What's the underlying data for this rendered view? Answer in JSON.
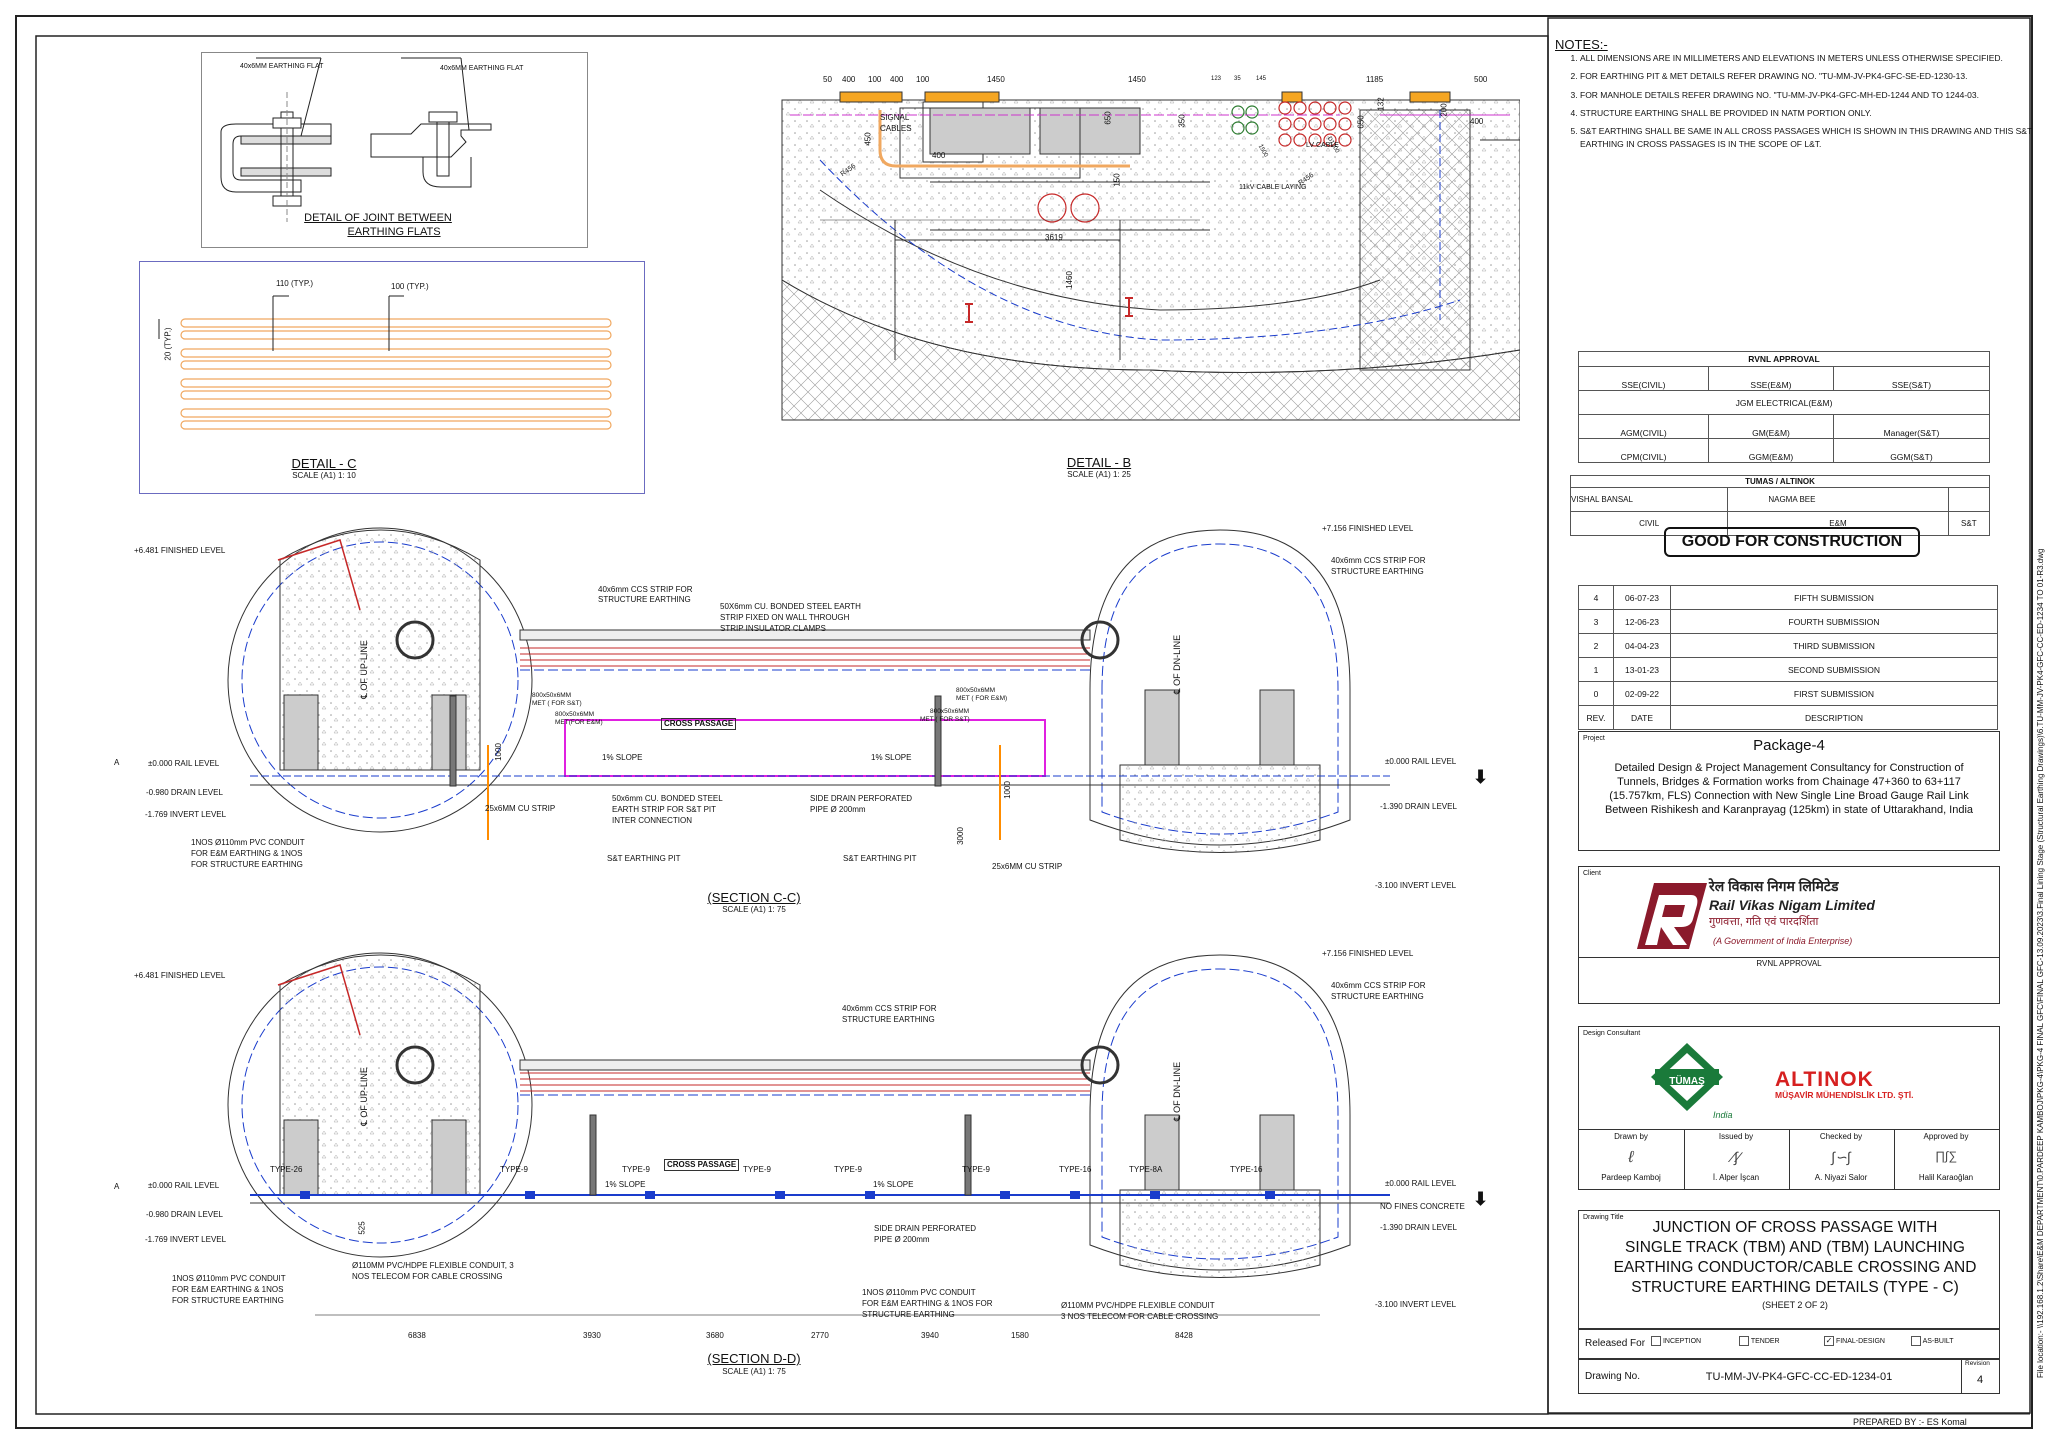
{
  "detail_joint": {
    "title_l1": "DETAIL OF JOINT BETWEEN",
    "title_l2": "EARTHING FLATS",
    "flat_left": "40x6MM EARTHING FLAT",
    "flat_right": "40x6MM EARTHING FLAT"
  },
  "detail_c": {
    "title": "DETAIL - C",
    "scale": "SCALE (A1) 1: 10",
    "dim1": "110 (TYP.)",
    "dim2": "100 (TYP.)",
    "dim3": "20 (TYP.)"
  },
  "detail_b": {
    "title": "DETAIL - B",
    "scale": "SCALE (A1) 1: 25",
    "top_dims": [
      "50",
      "400",
      "100",
      "400",
      "100",
      "1450",
      "1450",
      "123",
      "35",
      "145",
      "1185",
      "500"
    ],
    "dim_3619": "3619",
    "dim_1460": "1460",
    "dim_650": "650",
    "dim_650b": "650",
    "dim_350": "350",
    "dim_150": "150",
    "dim_450": "450",
    "dim_400": "400",
    "dim_400b": "400",
    "dim_132": "132",
    "dim_200": "200",
    "dim_r456": "R456",
    "dim_r456b": "R456",
    "dim_1500": "1500",
    "dim_1200": "D1200",
    "signal": "SIGNAL",
    "cables": "CABLES",
    "lv_cable": "LV CABLE",
    "kv_cable": "11kV CABLE LAYING"
  },
  "notes": {
    "heading": "NOTES:-",
    "items": [
      "ALL DIMENSIONS ARE IN MILLIMETERS AND ELEVATIONS IN METERS UNLESS OTHERWISE SPECIFIED.",
      "FOR EARTHING PIT & MET DETAILS REFER DRAWING NO. \"TU-MM-JV-PK4-GFC-SE-ED-1230-13.",
      "FOR MANHOLE DETAILS REFER DRAWING NO. \"TU-MM-JV-PK4-GFC-MH-ED-1244 AND TO 1244-03.",
      "STRUCTURE EARTHING SHALL BE PROVIDED IN NATM PORTION ONLY.",
      "S&T EARTHING SHALL BE  SAME IN ALL CROSS PASSAGES WHICH IS SHOWN IN THIS DRAWING AND THIS S&T EARTHING IN CROSS PASSAGES  IS IN THE SCOPE OF L&T."
    ]
  },
  "approval": {
    "heading": "RVNL APPROVAL",
    "r1": [
      "SSE(CIVIL)",
      "SSE(E&M)",
      "SSE(S&T)"
    ],
    "r2": "JGM ELECTRICAL(E&M)",
    "r3": [
      "AGM(CIVIL)",
      "GM(E&M)",
      "Manager(S&T)"
    ],
    "r4": [
      "CPM(CIVIL)",
      "GGM(E&M)",
      "GGM(S&T)"
    ]
  },
  "tumas": {
    "heading": "TUMAS / ALTINOK",
    "n1": "VISHAL BANSAL",
    "n2": "NAGMA BEE",
    "c1": "CIVIL",
    "c2": "E&M",
    "c3": "S&T"
  },
  "gfc": "GOOD FOR CONSTRUCTION",
  "revisions": {
    "rows": [
      [
        "4",
        "06-07-23",
        "FIFTH SUBMISSION"
      ],
      [
        "3",
        "12-06-23",
        "FOURTH SUBMISSION"
      ],
      [
        "2",
        "04-04-23",
        "THIRD SUBMISSION"
      ],
      [
        "1",
        "13-01-23",
        "SECOND SUBMISSION"
      ],
      [
        "0",
        "02-09-22",
        "FIRST SUBMISSION"
      ]
    ],
    "head": [
      "REV.",
      "DATE",
      "DESCRIPTION"
    ]
  },
  "project": {
    "label": "Project",
    "name": "Package-4",
    "desc": "Detailed Design & Project Management Consultancy for Construction of Tunnels, Bridges & Formation works from Chainage 47+360 to 63+117 (15.757km, FLS) Connection with New Single Line Broad Gauge Rail Link Between Rishikesh and Karanprayag (125km) in state of Uttarakhand, India"
  },
  "client": {
    "label": "Client",
    "hindi": "रेल विकास निगम लिमिटेड",
    "name": "Rail Vikas Nigam Limited",
    "tag_hindi": "गुणवत्ता, गति एवं पारदर्शिता",
    "govt": "(A Government of India Enterprise)",
    "approval": "RVNL APPROVAL"
  },
  "consultant": {
    "label": "Design Consultant",
    "tumas": "TÜMAŞ",
    "india": "India",
    "altinok": "ALTINOK",
    "altinok_sub": "MÜŞAVİR MÜHENDİSLİK LTD. ŞTİ.",
    "roles": [
      "Drawn by",
      "Issued by",
      "Checked by",
      "Approved by"
    ],
    "names": [
      "Pardeep Kamboj",
      "İ. Alper İşcan",
      "A. Niyazi Salor",
      "Halil Karaoğlan"
    ]
  },
  "drawing_title": {
    "label": "Drawing Title",
    "lines": [
      "JUNCTION OF CROSS PASSAGE WITH",
      "SINGLE TRACK (TBM) AND (TBM)  LAUNCHING",
      "EARTHING CONDUCTOR/CABLE CROSSING AND",
      "STRUCTURE EARTHING DETAILS (TYPE - C)"
    ],
    "sheet": "(SHEET 2 OF 2)"
  },
  "released": {
    "label": "Released For",
    "opts": [
      "INCEPTION",
      "TENDER",
      "FINAL-DESIGN",
      "AS-BUILT"
    ]
  },
  "drawing_no": {
    "label": "Drawing No.",
    "value": "TU-MM-JV-PK4-GFC-CC-ED-1234-01",
    "rev_label": "Revision",
    "rev": "4"
  },
  "prepared": "PREPARED BY :- ES Komal",
  "file_location": "File location:- \\\\192.168.1.2\\Share\\E&M DEPARTMENT\\0.PARDEEP KAMBOJ\\PKG-4\\PKG-4 FINAL GFC\\FINAL GFC-13.09.2023\\3.Final Lining Stage (Structural Earthing Drawings)\\6.TU-MM-JV-PK4-GFC-CC-ED-1234 TO 01-R3.dwg",
  "section_cc": {
    "title": "(SECTION C-C)",
    "scale": "SCALE (A1) 1: 75",
    "lv_fin_l": "+6.481 FINISHED LEVEL",
    "lv_fin_r": "+7.156 FINISHED LEVEL",
    "rail_l": "±0.000 RAIL LEVEL",
    "rail_r": "±0.000 RAIL LEVEL",
    "drain_l": "-0.980 DRAIN LEVEL",
    "drain_r": "-1.390 DRAIN LEVEL",
    "invert_l": "-1.769 INVERT LEVEL",
    "invert_r": "-3.100 INVERT LEVEL",
    "ccs_l1": "40x6mm CCS STRIP FOR",
    "ccs_l2": "STRUCTURE EARTHING",
    "ccs_r1": "40x6mm CCS STRIP FOR",
    "ccs_r2": "STRUCTURE EARTHING",
    "bonded1": "50X6mm CU. BONDED STEEL EARTH",
    "bonded2": "STRIP FIXED ON WALL THROUGH",
    "bonded3": "STRIP INSULATOR CLAMPS",
    "met1": "800x50x6MM",
    "met2": "MET ( FOR S&T)",
    "met3": "800x50x6MM",
    "met4": "MET(FOR E&M)",
    "met5": "800x50x6MM",
    "met6": "MET ( FOR E&M)",
    "met7": "800x50x6MM",
    "met8": "MET ( FOR S&T)",
    "cross": "CROSS PASSAGE",
    "slope_l": "1% SLOPE",
    "slope_r": "1% SLOPE",
    "up": "℄ OF UP-LINE",
    "dn": "℄ OF DN-LINE",
    "st1": "50x6mm CU. BONDED STEEL",
    "st2": "EARTH STRIP FOR S&T PIT",
    "st3": "INTER CONNECTION",
    "drain1": "SIDE DRAIN PERFORATED",
    "drain2": "PIPE Ø 200mm",
    "cu_l": "25x6MM CU STRIP",
    "cu_r": "25x6MM CU STRIP",
    "pit_l": "S&T EARTHING PIT",
    "pit_r": "S&T EARTHING PIT",
    "d1000": "1000",
    "d1000b": "1000",
    "d3000": "3000",
    "pvc1": "1NOS Ø110mm PVC CONDUIT",
    "pvc2": "FOR E&M EARTHING & 1NOS",
    "pvc3": "FOR STRUCTURE EARTHING",
    "mark": "A"
  },
  "section_dd": {
    "title": "(SECTION D-D)",
    "scale": "SCALE (A1) 1: 75",
    "lv_fin_l": "+6.481 FINISHED LEVEL",
    "lv_fin_r": "+7.156 FINISHED LEVEL",
    "rail_l": "±0.000 RAIL LEVEL",
    "rail_r": "±0.000 RAIL LEVEL",
    "drain_l": "-0.980 DRAIN LEVEL",
    "drain_r": "-1.390 DRAIN LEVEL",
    "invert_l": "-1.769 INVERT LEVEL",
    "invert_r": "-3.100 INVERT LEVEL",
    "ccs_m1": "40x6mm CCS STRIP FOR",
    "ccs_m2": "STRUCTURE EARTHING",
    "ccs_r1": "40x6mm CCS STRIP FOR",
    "ccs_r2": "STRUCTURE EARTHING",
    "nofines": "NO FINES CONCRETE",
    "cross": "CROSS PASSAGE",
    "slope_l": "1% SLOPE",
    "slope_r": "1% SLOPE",
    "up": "℄ OF UP-LINE",
    "dn": "℄ OF DN-LINE",
    "types": [
      "TYPE-26",
      "TYPE-9",
      "TYPE-9",
      "TYPE-9",
      "TYPE-9",
      "TYPE-9",
      "TYPE-16",
      "TYPE-8A",
      "TYPE-16"
    ],
    "drain1": "SIDE DRAIN PERFORATED",
    "drain2": "PIPE Ø 200mm",
    "flex_l1": "Ø110MM PVC/HDPE FLEXIBLE CONDUIT, 3",
    "flex_l2": "NOS TELECOM FOR CABLE CROSSING",
    "flex_r1": "Ø110MM PVC/HDPE FLEXIBLE CONDUIT",
    "flex_r2": "3 NOS TELECOM FOR CABLE CROSSING",
    "pvc1": "1NOS Ø110mm PVC CONDUIT",
    "pvc2": "FOR E&M EARTHING & 1NOS",
    "pvc3": "FOR STRUCTURE EARTHING",
    "mid1": "1NOS Ø110mm PVC CONDUIT",
    "mid2": "FOR E&M EARTHING & 1NOS FOR",
    "mid3": "STRUCTURE EARTHING",
    "d525": "525",
    "dims": [
      "6838",
      "3930",
      "3680",
      "2770",
      "3940",
      "1580",
      "8428"
    ],
    "mark": "A"
  }
}
